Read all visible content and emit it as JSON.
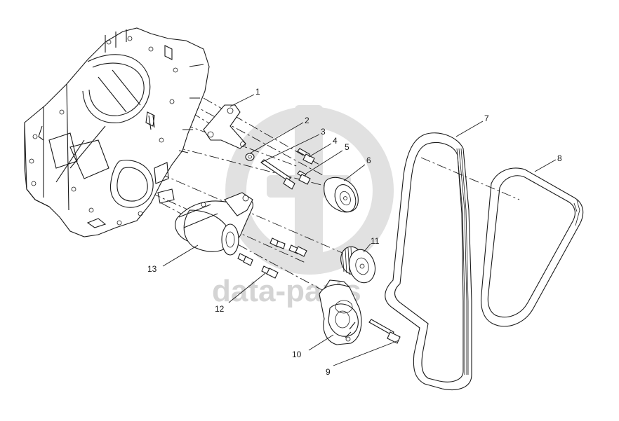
{
  "watermark": {
    "text": "data-parts",
    "color": "#d8d8d8"
  },
  "callouts": [
    {
      "id": "1",
      "label": "1"
    },
    {
      "id": "2",
      "label": "2"
    },
    {
      "id": "3",
      "label": "3"
    },
    {
      "id": "4",
      "label": "4"
    },
    {
      "id": "5",
      "label": "5"
    },
    {
      "id": "6",
      "label": "6"
    },
    {
      "id": "7",
      "label": "7"
    },
    {
      "id": "8",
      "label": "8"
    },
    {
      "id": "9",
      "label": "9"
    },
    {
      "id": "10",
      "label": "10"
    },
    {
      "id": "11",
      "label": "11"
    },
    {
      "id": "12",
      "label": "12"
    },
    {
      "id": "13",
      "label": "13"
    }
  ],
  "parts": [
    "engine-front-cover",
    "mounting-bracket",
    "washer",
    "long-bolt",
    "short-bolt",
    "flange-bolt",
    "idler-pulley",
    "large-serpentine-belt",
    "small-drive-belt",
    "tensioner-bolt",
    "belt-tensioner",
    "grooved-idler-pulley",
    "bolts",
    "starter-motor"
  ]
}
